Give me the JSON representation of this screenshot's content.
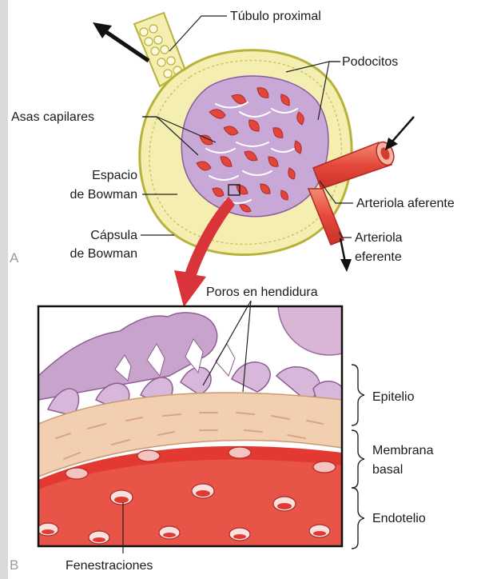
{
  "panel_a": {
    "letter": "A",
    "labels": {
      "tubulo": "Túbulo proximal",
      "podocitos": "Podocitos",
      "asas": "Asas capilares",
      "espacio_1": "Espacio",
      "espacio_2": "de Bowman",
      "capsula_1": "Cápsula",
      "capsula_2": "de Bowman",
      "aferente": "Arteriola aferente",
      "eferente_1": "Arteriola",
      "eferente_2": "eferente"
    }
  },
  "panel_b": {
    "letter": "B",
    "labels": {
      "poros": "Poros en hendidura",
      "epitelio": "Epitelio",
      "membrana_1": "Membrana",
      "membrana_2": "basal",
      "endotelio": "Endotelio",
      "fenestraciones": "Fenestraciones"
    }
  },
  "colors": {
    "capsule": "#f4eeb0",
    "capsule_edge": "#b7b23a",
    "capillary": "#e2463a",
    "podocyte": "#b99ac8",
    "membrane": "#f2cfb0",
    "endothelium": "#e23a32"
  }
}
